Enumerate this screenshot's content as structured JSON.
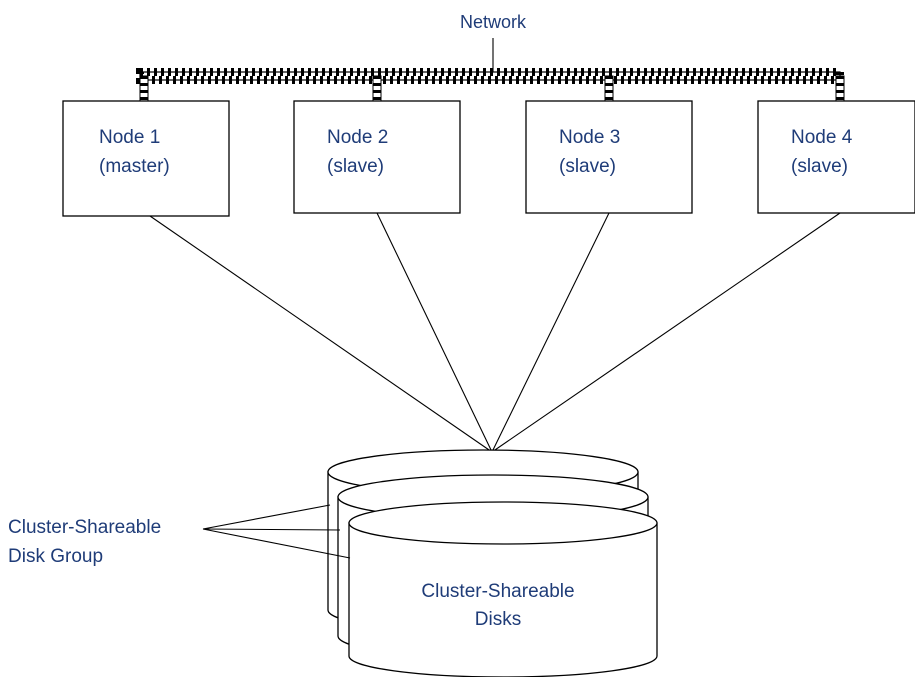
{
  "network": {
    "label": "Network"
  },
  "nodes": [
    {
      "name": "Node 1",
      "role": "(master)"
    },
    {
      "name": "Node 2",
      "role": "(slave)"
    },
    {
      "name": "Node 3",
      "role": "(slave)"
    },
    {
      "name": "Node 4",
      "role": "(slave)"
    }
  ],
  "disk_group": {
    "label_line1": "Cluster-Shareable",
    "label_line2": "Disk Group"
  },
  "disks": {
    "label_line1": "Cluster-Shareable",
    "label_line2": "Disks"
  },
  "colors": {
    "text": "#1f3c78",
    "lines": "#000000"
  }
}
